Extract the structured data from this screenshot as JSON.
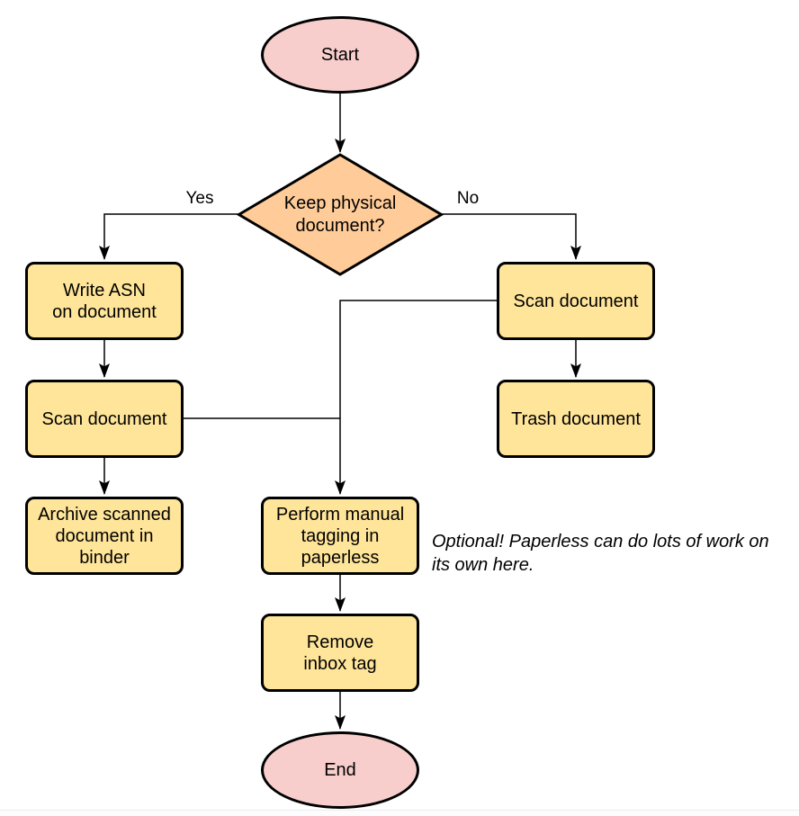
{
  "colors": {
    "process_fill": "#ffe599",
    "decision_fill": "#ffcc99",
    "terminal_fill": "#f8cecc",
    "stroke": "#000000"
  },
  "nodes": {
    "start": {
      "type": "terminal",
      "lines": [
        "Start"
      ]
    },
    "decision": {
      "type": "decision",
      "lines": [
        "Keep physical",
        "document?"
      ]
    },
    "write_asn": {
      "type": "process",
      "lines": [
        "Write ASN",
        "on document"
      ]
    },
    "scan_left": {
      "type": "process",
      "lines": [
        "Scan document"
      ]
    },
    "archive": {
      "type": "process",
      "lines": [
        "Archive scanned",
        "document in",
        "binder"
      ]
    },
    "scan_right": {
      "type": "process",
      "lines": [
        "Scan document"
      ]
    },
    "trash": {
      "type": "process",
      "lines": [
        "Trash document"
      ]
    },
    "tagging": {
      "type": "process",
      "lines": [
        "Perform manual",
        "tagging in",
        "paperless"
      ]
    },
    "remove": {
      "type": "process",
      "lines": [
        "Remove",
        "inbox tag"
      ]
    },
    "end": {
      "type": "terminal",
      "lines": [
        "End"
      ]
    }
  },
  "edge_labels": {
    "yes": "Yes",
    "no": "No"
  },
  "annotation": {
    "lines": [
      "Optional! Paperless can do lots of work on",
      "its own here."
    ]
  }
}
